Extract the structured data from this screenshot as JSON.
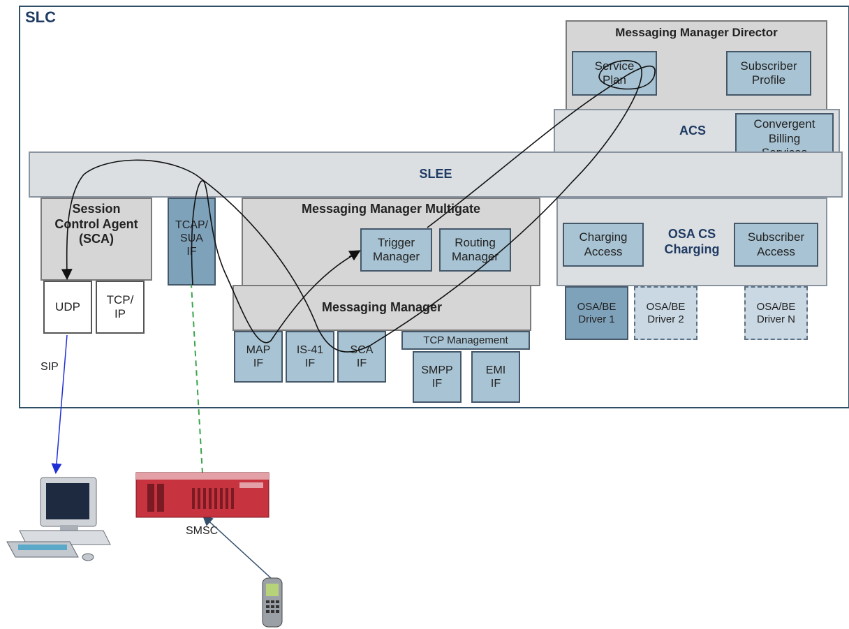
{
  "slc_label": "SLC",
  "mm_director": {
    "title": "Messaging Manager Director",
    "service_plan": "Service\nPlan",
    "subscriber_profile": "Subscriber\nProfile"
  },
  "acs": {
    "title": "ACS",
    "convergent_billing": "Convergent\nBilling\nServices"
  },
  "slee": "SLEE",
  "sca": {
    "title": "Session\nControl Agent\n(SCA)",
    "udp": "UDP",
    "tcpip": "TCP/\nIP"
  },
  "tcap": "TCAP/\nSUA\nIF",
  "mm_multigate": {
    "title": "Messaging Manager Multigate",
    "trigger_manager": "Trigger\nManager",
    "routing_manager": "Routing\nManager"
  },
  "messaging_manager": {
    "title": "Messaging Manager",
    "map_if": "MAP\nIF",
    "is41_if": "IS-41\nIF",
    "sca_if": "SCA\nIF",
    "tcp_management": "TCP Management",
    "smpp_if": "SMPP\nIF",
    "emi_if": "EMI\nIF"
  },
  "osa": {
    "title": "OSA CS\nCharging",
    "charging_access": "Charging\nAccess",
    "subscriber_access": "Subscriber\nAccess",
    "driver1": "OSA/BE\nDriver 1",
    "driver2": "OSA/BE\nDriver 2",
    "driverN": "OSA/BE\nDriver N"
  },
  "sip_label": "SIP",
  "smsc_label": "SMSC",
  "icons": {
    "computer": "desktop-computer-icon",
    "smsc": "smsc-server-icon",
    "phone": "mobile-phone-icon"
  },
  "colors": {
    "frame": "#2f4f66",
    "box_blue": "#a8c3d3",
    "box_grey": "#d6d6d6",
    "sip_arrow": "#1f2fd6",
    "smsc_link": "#3aa34a",
    "phone_arrow": "#34506b"
  }
}
